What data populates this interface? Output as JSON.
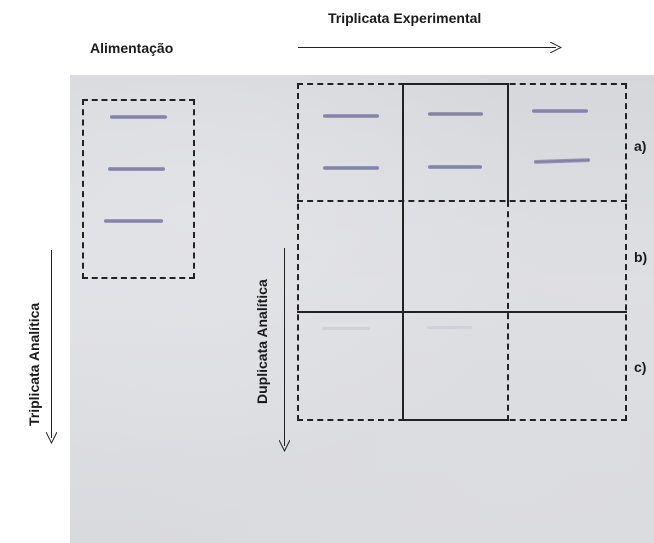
{
  "labels": {
    "top_title": "Triplicata Experimental",
    "feed": "Alimentação",
    "left_vertical": "Triplicata Analítica",
    "inner_vertical": "Duplicata Analítica",
    "row_a": "a)",
    "row_b": "b)",
    "row_c": "c)"
  }
}
